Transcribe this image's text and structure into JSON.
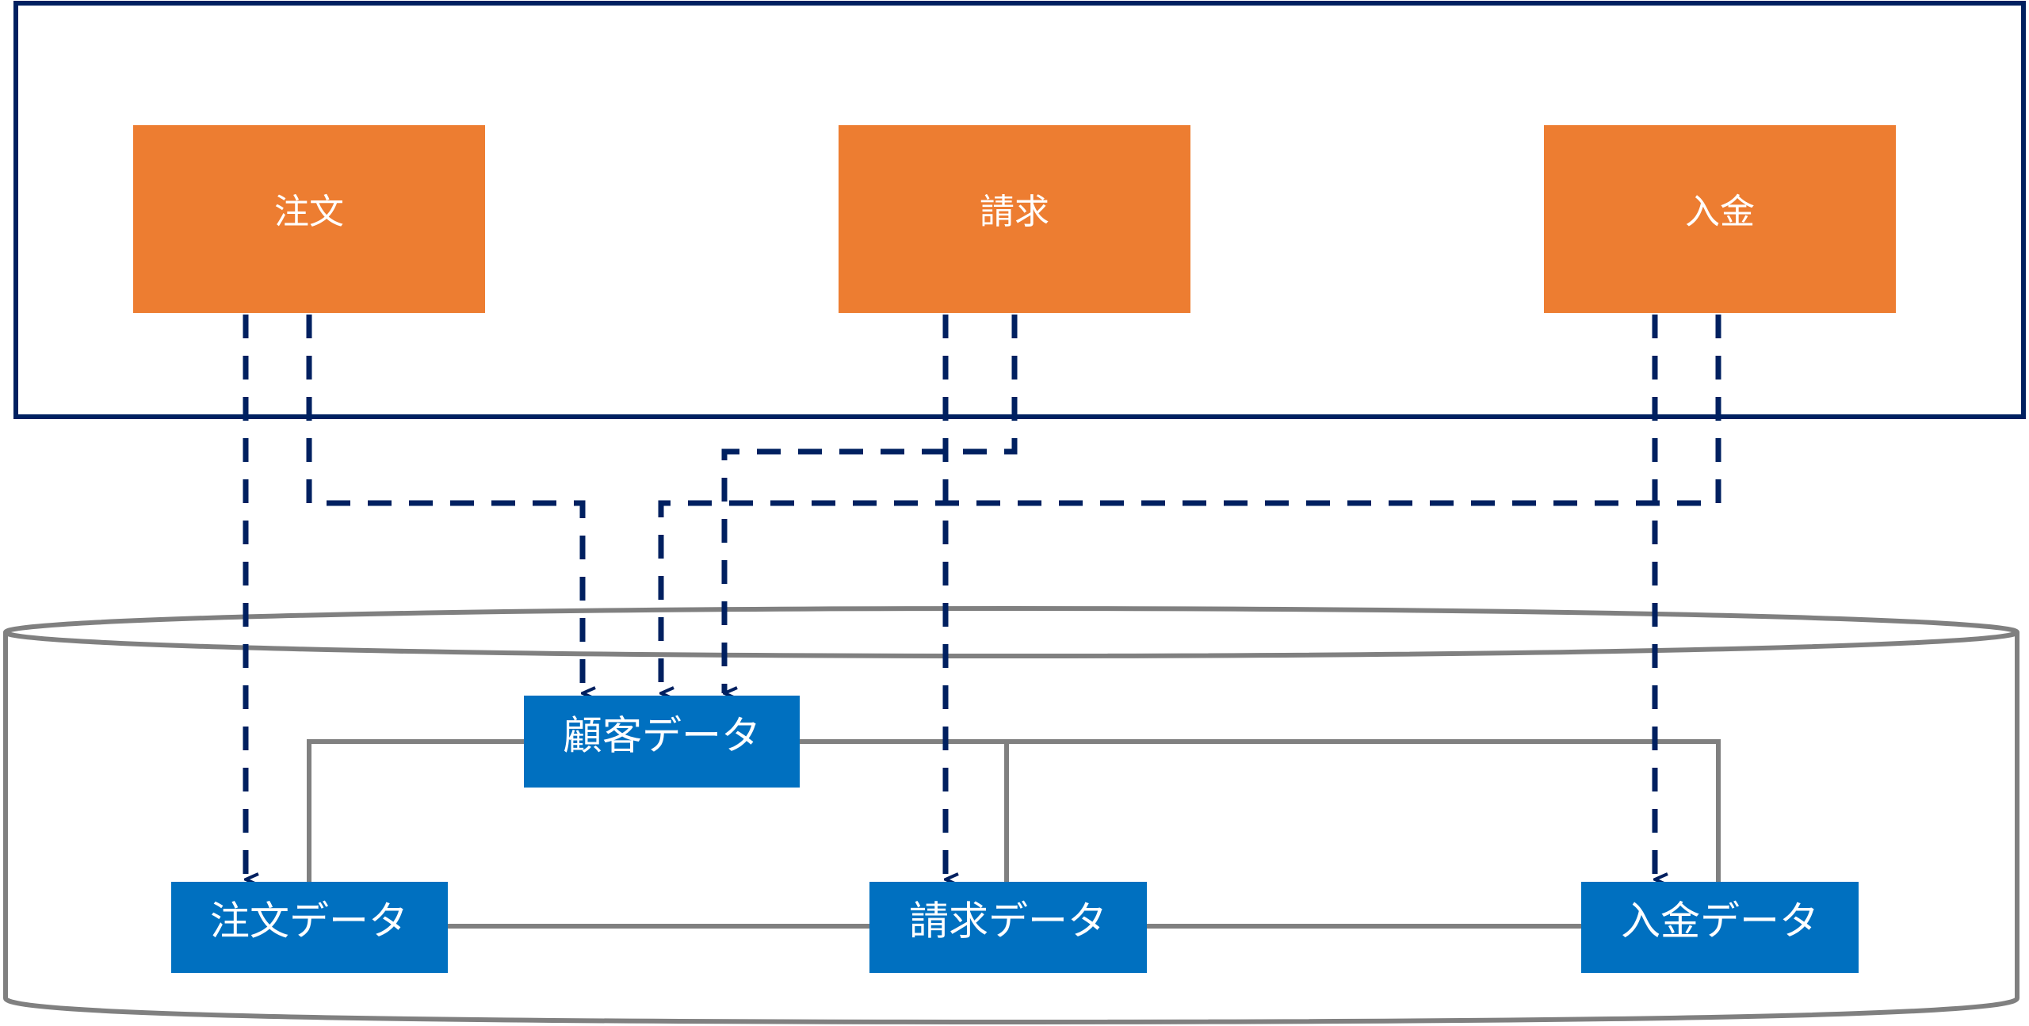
{
  "colors": {
    "frame": "#002060",
    "process_box": "#ED7D31",
    "data_box": "#0070C0",
    "dashed_arrow": "#002060",
    "relation_line": "#808080",
    "cylinder": "#808080",
    "label_text": "#FFFFFF"
  },
  "processes": [
    {
      "id": "order",
      "label": "注文"
    },
    {
      "id": "billing",
      "label": "請求"
    },
    {
      "id": "payment",
      "label": "入金"
    }
  ],
  "data_entities": [
    {
      "id": "customer",
      "label": "顧客データ"
    },
    {
      "id": "order_data",
      "label": "注文データ"
    },
    {
      "id": "billing_data",
      "label": "請求データ"
    },
    {
      "id": "payment_data",
      "label": "入金データ"
    }
  ],
  "data_flows": [
    {
      "from": "order",
      "to": "order_data"
    },
    {
      "from": "order",
      "to": "customer"
    },
    {
      "from": "billing",
      "to": "billing_data"
    },
    {
      "from": "billing",
      "to": "customer"
    },
    {
      "from": "payment",
      "to": "payment_data"
    },
    {
      "from": "payment",
      "to": "customer"
    }
  ],
  "relations": [
    {
      "from": "customer",
      "to": "order_data"
    },
    {
      "from": "customer",
      "to": "billing_data"
    },
    {
      "from": "customer",
      "to": "payment_data"
    },
    {
      "from": "order_data",
      "to": "billing_data"
    },
    {
      "from": "billing_data",
      "to": "payment_data"
    }
  ]
}
